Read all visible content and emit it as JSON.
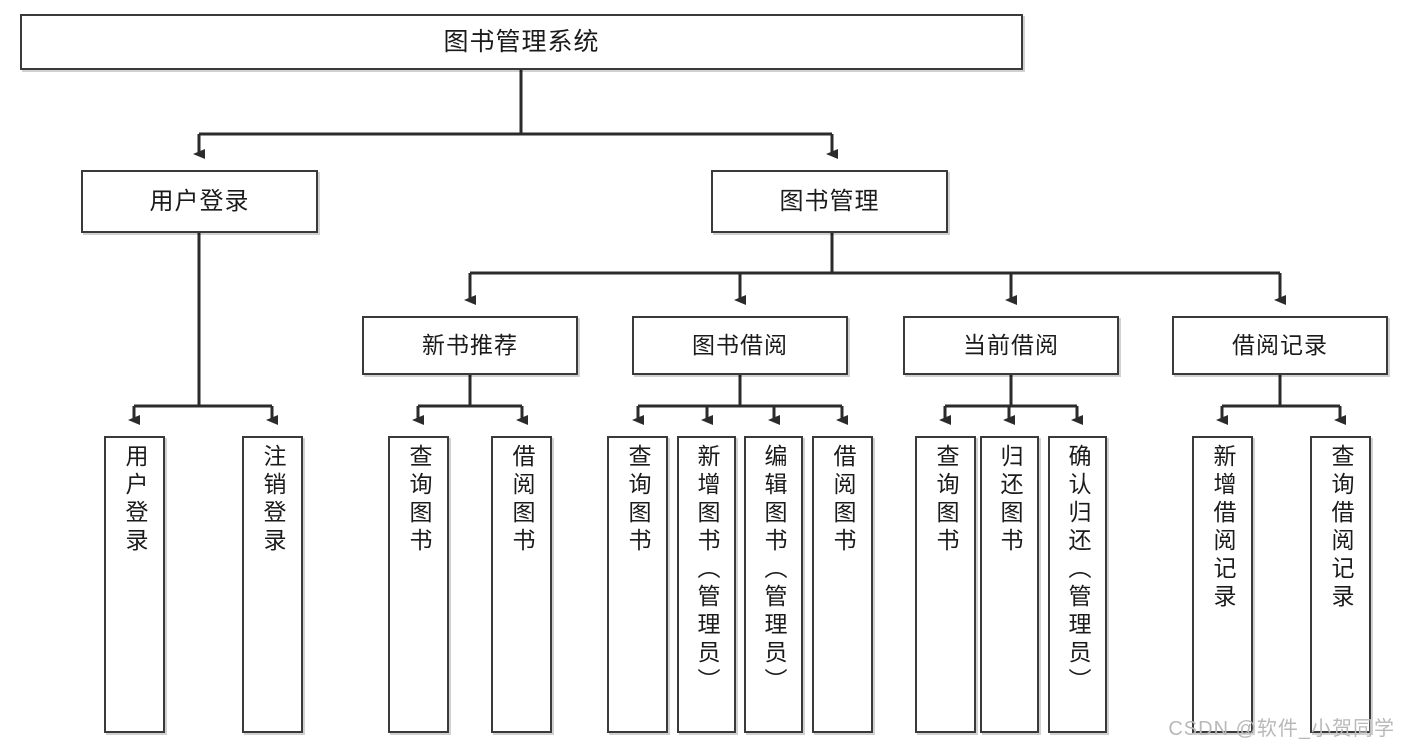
{
  "diagram": {
    "title": "图书管理系统",
    "type": "tree-hierarchy",
    "nodes": {
      "root": {
        "label": "图书管理系统",
        "level": 1
      },
      "user_login": {
        "label": "用户登录",
        "level": 2
      },
      "book_manage": {
        "label": "图书管理",
        "level": 2
      },
      "new_book_rec": {
        "label": "新书推荐",
        "level": 3
      },
      "book_borrow": {
        "label": "图书借阅",
        "level": 3
      },
      "current_borrow": {
        "label": "当前借阅",
        "level": 3
      },
      "borrow_record": {
        "label": "借阅记录",
        "level": 3
      },
      "leaf_user_login": {
        "label": "用户登录",
        "level": 4
      },
      "leaf_logout": {
        "label": "注销登录",
        "level": 4
      },
      "leaf_query_book_1": {
        "label": "查询图书",
        "level": 4
      },
      "leaf_borrow_book_1": {
        "label": "借阅图书",
        "level": 4
      },
      "leaf_query_book_2": {
        "label": "查询图书",
        "level": 4
      },
      "leaf_add_book": {
        "label": "新增图书（管理员）",
        "level": 4
      },
      "leaf_edit_book": {
        "label": "编辑图书（管理员）",
        "level": 4
      },
      "leaf_borrow_book_2": {
        "label": "借阅图书",
        "level": 4
      },
      "leaf_query_book_3": {
        "label": "查询图书",
        "level": 4
      },
      "leaf_return_book": {
        "label": "归还图书",
        "level": 4
      },
      "leaf_confirm_return": {
        "label": "确认归还（管理员）",
        "level": 4
      },
      "leaf_add_record": {
        "label": "新增借阅记录",
        "level": 4
      },
      "leaf_query_record": {
        "label": "查询借阅记录",
        "level": 4
      }
    },
    "edges": [
      {
        "from": "root",
        "to": "user_login"
      },
      {
        "from": "root",
        "to": "book_manage"
      },
      {
        "from": "user_login",
        "to": "leaf_user_login"
      },
      {
        "from": "user_login",
        "to": "leaf_logout"
      },
      {
        "from": "book_manage",
        "to": "new_book_rec"
      },
      {
        "from": "book_manage",
        "to": "book_borrow"
      },
      {
        "from": "book_manage",
        "to": "current_borrow"
      },
      {
        "from": "book_manage",
        "to": "borrow_record"
      },
      {
        "from": "new_book_rec",
        "to": "leaf_query_book_1"
      },
      {
        "from": "new_book_rec",
        "to": "leaf_borrow_book_1"
      },
      {
        "from": "book_borrow",
        "to": "leaf_query_book_2"
      },
      {
        "from": "book_borrow",
        "to": "leaf_add_book"
      },
      {
        "from": "book_borrow",
        "to": "leaf_edit_book"
      },
      {
        "from": "book_borrow",
        "to": "leaf_borrow_book_2"
      },
      {
        "from": "current_borrow",
        "to": "leaf_query_book_3"
      },
      {
        "from": "current_borrow",
        "to": "leaf_return_book"
      },
      {
        "from": "current_borrow",
        "to": "leaf_confirm_return"
      },
      {
        "from": "borrow_record",
        "to": "leaf_add_record"
      },
      {
        "from": "borrow_record",
        "to": "leaf_query_record"
      }
    ],
    "colors": {
      "box_border": "#3a3a3a",
      "box_fill": "#ffffff",
      "connector": "#2b2b2b",
      "text": "#1b1b1b",
      "watermark": "#b9b9b9"
    }
  },
  "watermark": {
    "text": "CSDN @软件_小贺同学"
  }
}
